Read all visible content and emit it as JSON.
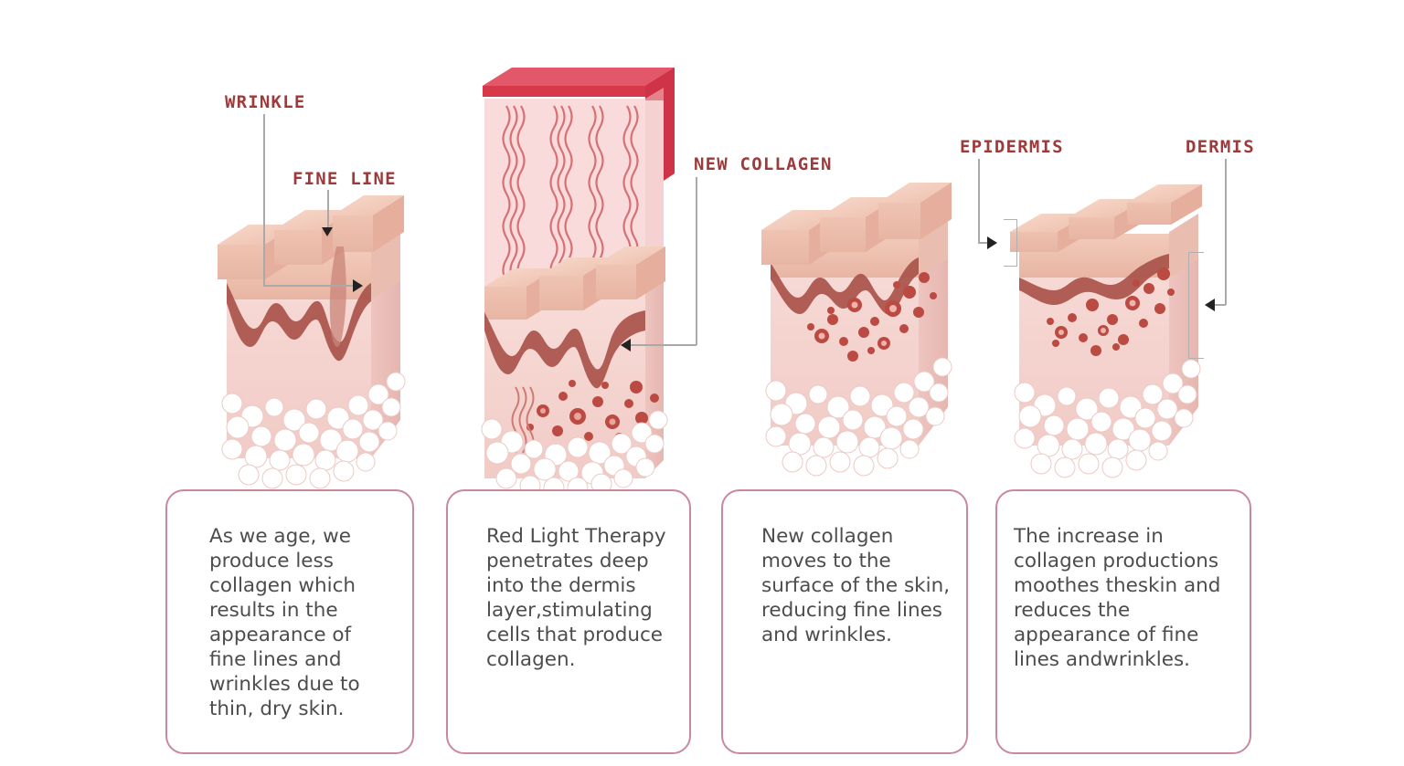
{
  "diagram": {
    "title_absent": true,
    "background_color": "#ffffff",
    "accent_color": "#9e3a3a",
    "card_border_color": "#c9899a",
    "red_light_color": "#d8394a",
    "dermal_junction_color": "#a8534a",
    "epidermis_color": "#f2c9b9",
    "dermis_color": "#f5d5d0",
    "fat_color": "#ffffff",
    "collagen_dot_color": "#bb4a42"
  },
  "labels": [
    {
      "id": "wrinkle",
      "text": "WRINKLE"
    },
    {
      "id": "fine-line",
      "text": "FINE LINE"
    },
    {
      "id": "new-collagen",
      "text": "NEW COLLAGEN"
    },
    {
      "id": "epidermis",
      "text": "EPIDERMIS"
    },
    {
      "id": "dermis",
      "text": "DERMIS"
    }
  ],
  "panels": [
    {
      "index": 1,
      "name": "aging-skin",
      "caption": "As we age, we produce less collagen which results in the appearance of fine lines and wrinkles due to thin, dry skin."
    },
    {
      "index": 2,
      "name": "red-light-penetration",
      "caption": "Red Light Therapy penetrates deep into the dermis layer,stimulating cells that produce collagen."
    },
    {
      "index": 3,
      "name": "collagen-rising",
      "caption": "New collagen moves to the surface of the skin, reducing fine lines and wrinkles."
    },
    {
      "index": 4,
      "name": "smoothed-skin",
      "caption": "The increase in collagen productions moothes theskin and reduces the appearance of fine lines andwrinkles."
    }
  ]
}
